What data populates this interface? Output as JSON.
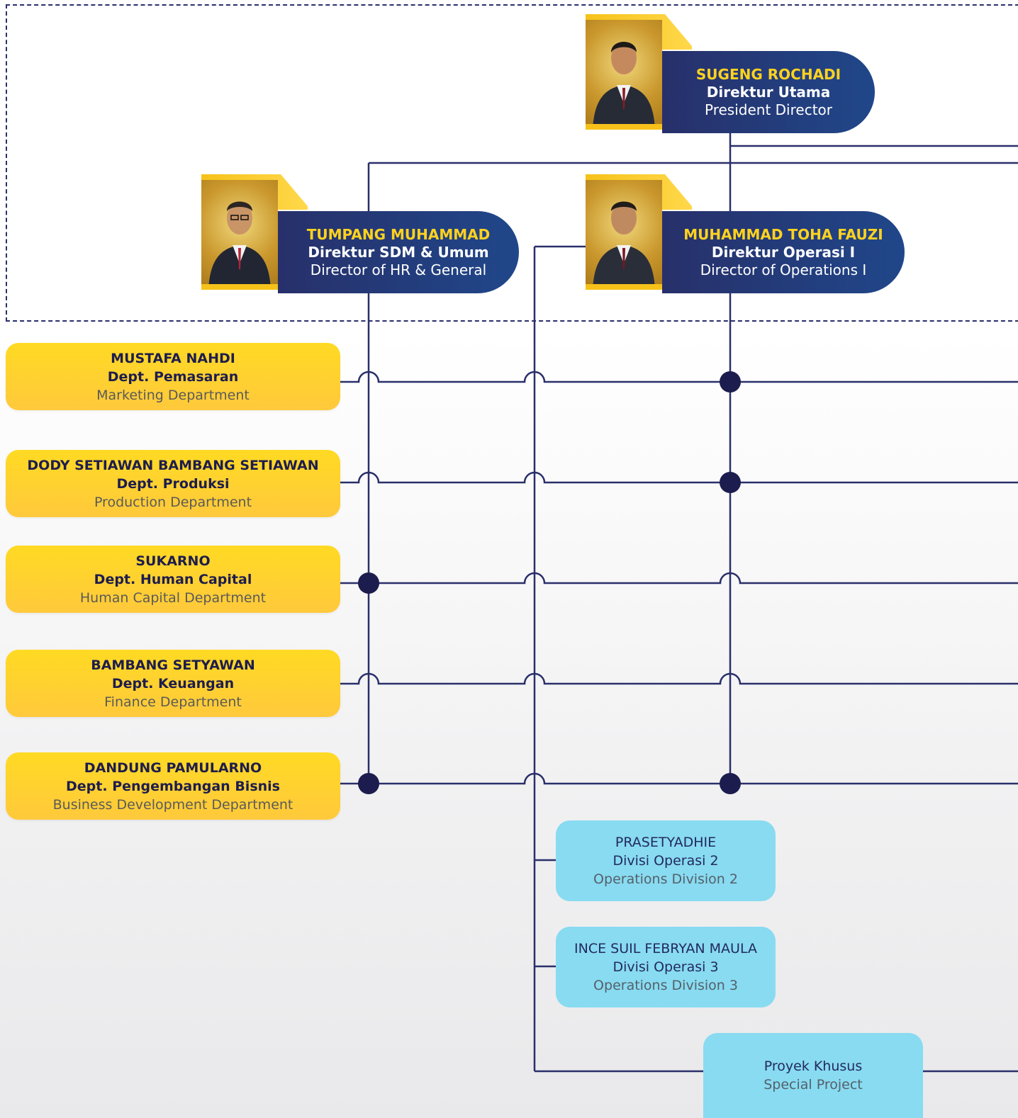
{
  "directors": {
    "president": {
      "name": "SUGENG ROCHADI",
      "title_id": "Direktur Utama",
      "title_en": "President Director"
    },
    "hr": {
      "name": "TUMPANG MUHAMMAD",
      "title_id": "Direktur SDM & Umum",
      "title_en": "Director of HR & General"
    },
    "operations": {
      "name": "MUHAMMAD TOHA FAUZI",
      "title_id": "Direktur Operasi I",
      "title_en": "Director of Operations I"
    }
  },
  "departments": [
    {
      "name": "MUSTAFA NAHDI",
      "title_id": "Dept. Pemasaran",
      "title_en": "Marketing Department"
    },
    {
      "name": "DODY SETIAWAN BAMBANG SETIAWAN",
      "title_id": "Dept. Produksi",
      "title_en": "Production Department"
    },
    {
      "name": "SUKARNO",
      "title_id": "Dept. Human Capital",
      "title_en": "Human Capital Department"
    },
    {
      "name": "BAMBANG SETYAWAN",
      "title_id": "Dept. Keuangan",
      "title_en": "Finance Department"
    },
    {
      "name": "DANDUNG PAMULARNO",
      "title_id": "Dept. Pengembangan Bisnis",
      "title_en": "Business Development Department"
    }
  ],
  "divisions": [
    {
      "name": "PRASETYADHIE",
      "title_id": "Divisi Operasi 2",
      "title_en": "Operations Division 2"
    },
    {
      "name": "INCE SUIL FEBRYAN MAULA",
      "title_id": "Divisi Operasi 3",
      "title_en": "Operations Division 3"
    }
  ],
  "special_project": {
    "title_id": "Proyek Khusus",
    "title_en": "Special Project"
  },
  "colors": {
    "navy": "#2a2f6a",
    "node": "#1c1c4e",
    "yellow": "#ffd21f",
    "cyan": "#88dbf1"
  }
}
